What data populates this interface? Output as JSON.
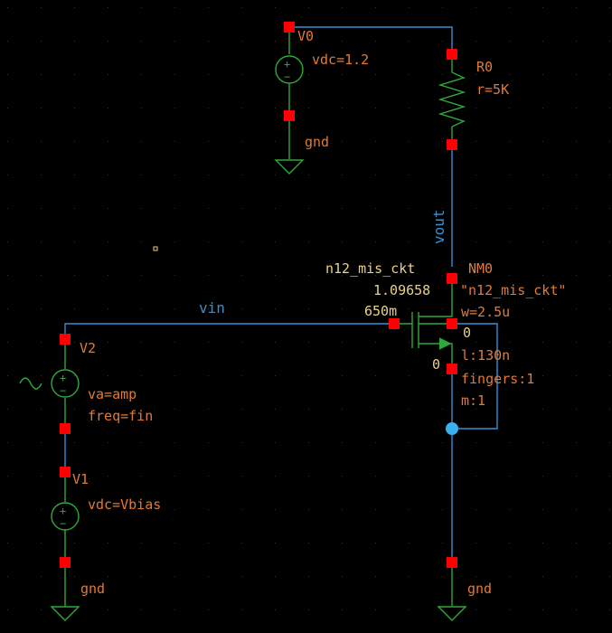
{
  "colors": {
    "background": "#000000",
    "wire": "#3a8fd0",
    "symbol": "#2fa83a",
    "pin": "#ff0000",
    "label": "#e07a3a",
    "param": "#e8d28a",
    "junction": "#3ab0f0"
  },
  "components": {
    "v0": {
      "name": "V0",
      "param": "vdc=1.2",
      "ground": "gnd"
    },
    "r0": {
      "name": "R0",
      "param": "r=5K"
    },
    "nm0": {
      "cell": "n12_mis_ckt",
      "name": "NM0",
      "model": "\"n12_mis_ckt\"",
      "op_value": "1.09658",
      "gate_value": "650m",
      "drain_value": "0",
      "source_value": "0",
      "w": "w=2.5u",
      "l": "l:130n",
      "fingers": "fingers:1",
      "m": "m:1",
      "ground": "gnd"
    },
    "v2": {
      "name": "V2",
      "va": "va=amp",
      "freq": "freq=fin"
    },
    "v1": {
      "name": "V1",
      "param": "vdc=Vbias",
      "ground": "gnd"
    }
  },
  "nets": {
    "vin": "vin",
    "vout": "vout"
  },
  "symbols": {
    "plus": "+",
    "minus": "−"
  }
}
